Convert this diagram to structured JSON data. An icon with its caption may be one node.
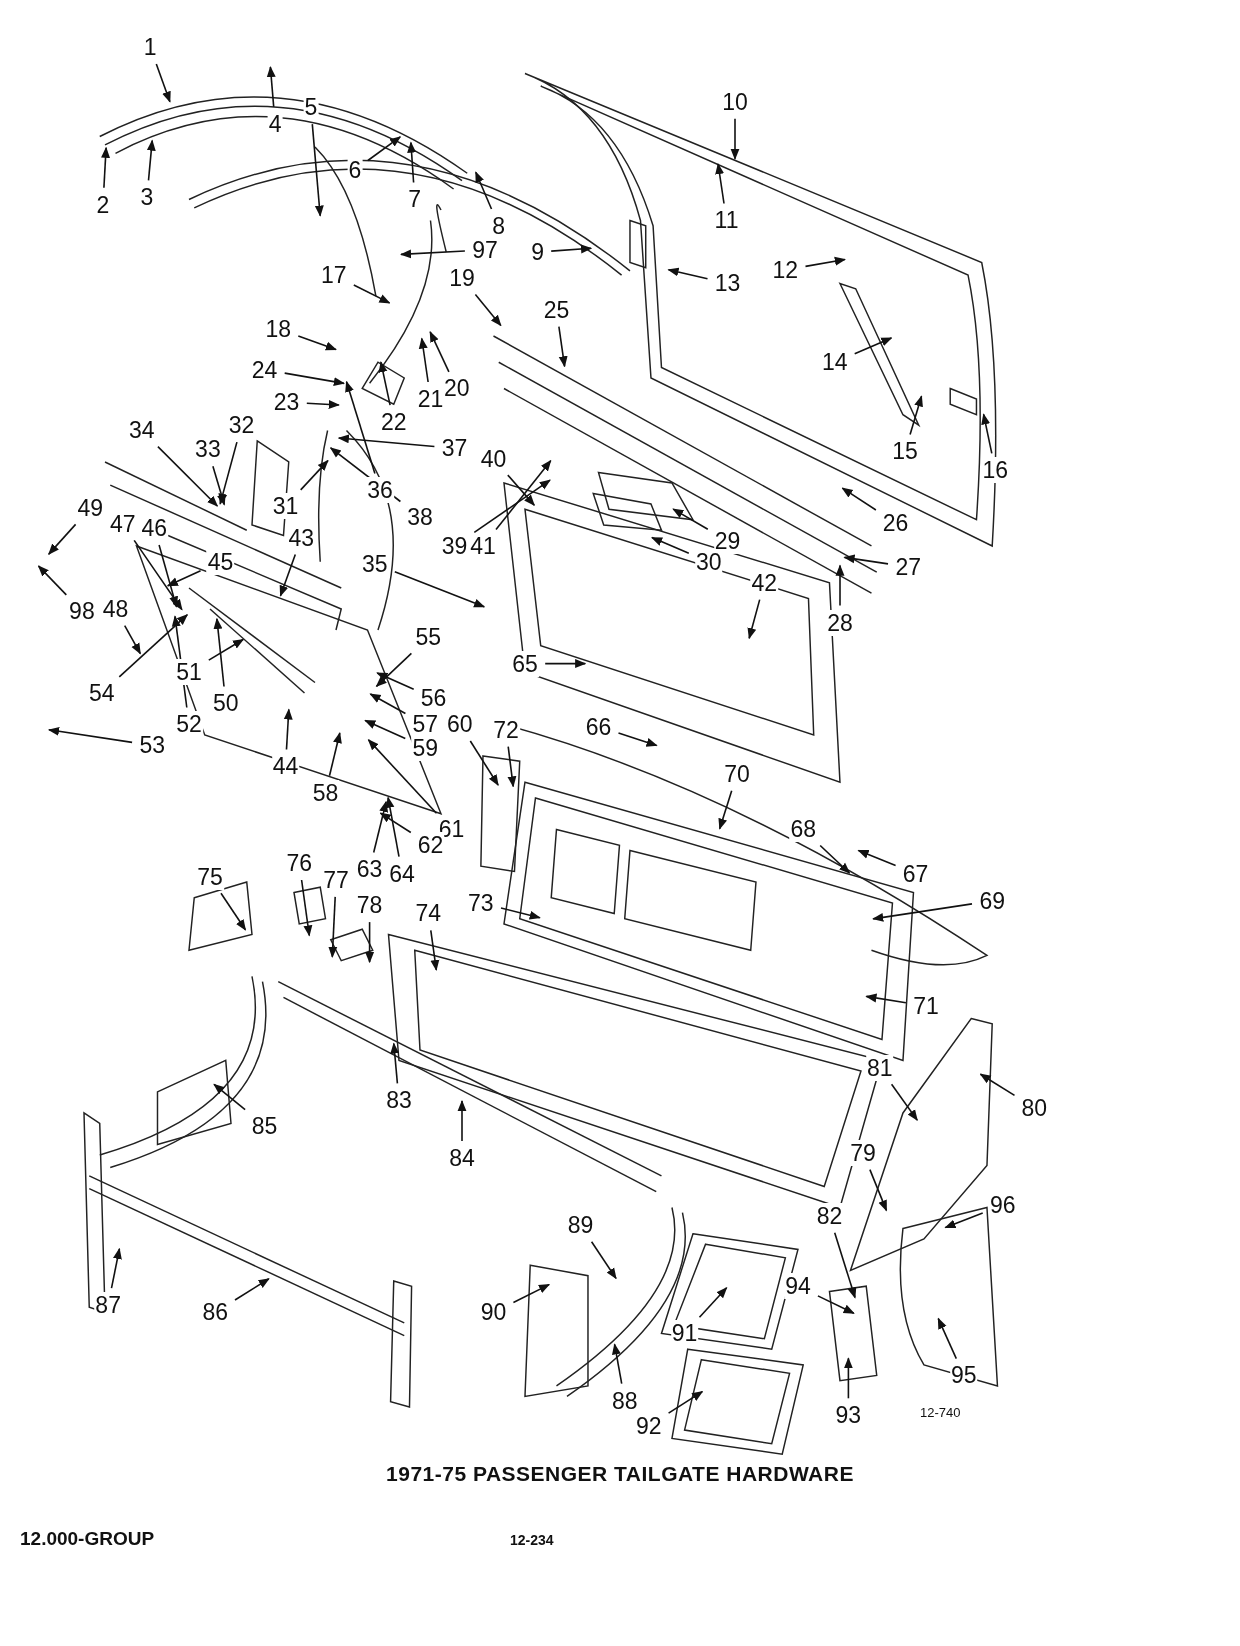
{
  "diagram": {
    "caption": "1971-75 PASSENGER TAILGATE HARDWARE",
    "nodes": [
      {
        "text": [
          "1"
        ]
      },
      {
        "text": [
          "2"
        ]
      },
      {
        "text": [
          "3"
        ]
      },
      {
        "text": [
          "4"
        ]
      },
      {
        "text": [
          "5"
        ]
      },
      {
        "text": [
          "6"
        ]
      },
      {
        "text": [
          "7"
        ]
      },
      {
        "text": [
          "8"
        ]
      },
      {
        "text": [
          "9"
        ]
      },
      {
        "text": [
          "10"
        ]
      },
      {
        "text": [
          "11"
        ]
      },
      {
        "text": [
          "12"
        ]
      },
      {
        "text": [
          "13"
        ]
      },
      {
        "text": [
          "14"
        ]
      },
      {
        "text": [
          "15"
        ]
      },
      {
        "text": [
          "16"
        ]
      },
      {
        "text": [
          "17"
        ]
      },
      {
        "text": [
          "18"
        ]
      },
      {
        "text": [
          "19"
        ]
      },
      {
        "text": [
          "20"
        ]
      },
      {
        "text": [
          "21"
        ]
      },
      {
        "text": [
          "22"
        ]
      },
      {
        "text": [
          "23"
        ]
      },
      {
        "text": [
          "24"
        ]
      },
      {
        "text": [
          "25"
        ]
      },
      {
        "text": [
          "26"
        ]
      },
      {
        "text": [
          "27"
        ]
      },
      {
        "text": [
          "28"
        ]
      },
      {
        "text": [
          "29"
        ]
      },
      {
        "text": [
          "30"
        ]
      },
      {
        "text": [
          "31"
        ]
      },
      {
        "text": [
          "32"
        ]
      },
      {
        "text": [
          "33"
        ]
      },
      {
        "text": [
          "34"
        ]
      },
      {
        "text": [
          "35"
        ]
      },
      {
        "text": [
          "36"
        ]
      },
      {
        "text": [
          "37"
        ]
      },
      {
        "text": [
          "38"
        ]
      },
      {
        "text": [
          "39"
        ]
      },
      {
        "text": [
          "40"
        ]
      },
      {
        "text": [
          "41"
        ]
      },
      {
        "text": [
          "42"
        ]
      },
      {
        "text": [
          "43"
        ]
      },
      {
        "text": [
          "44"
        ]
      },
      {
        "text": [
          "45"
        ]
      },
      {
        "text": [
          "46"
        ]
      },
      {
        "text": [
          "47"
        ]
      },
      {
        "text": [
          "48"
        ]
      },
      {
        "text": [
          "49"
        ]
      },
      {
        "text": [
          "50"
        ]
      },
      {
        "text": [
          "51"
        ]
      },
      {
        "text": [
          "52"
        ]
      },
      {
        "text": [
          "53"
        ]
      },
      {
        "text": [
          "54"
        ]
      },
      {
        "text": [
          "55"
        ]
      },
      {
        "text": [
          "56"
        ]
      },
      {
        "text": [
          "57"
        ]
      },
      {
        "text": [
          "58"
        ]
      },
      {
        "text": [
          "59"
        ]
      },
      {
        "text": [
          "60"
        ]
      },
      {
        "text": [
          "61"
        ]
      },
      {
        "text": [
          "62"
        ]
      },
      {
        "text": [
          "63"
        ]
      },
      {
        "text": [
          "64"
        ]
      },
      {
        "text": [
          "65"
        ]
      },
      {
        "text": [
          "66"
        ]
      },
      {
        "text": [
          "67"
        ]
      },
      {
        "text": [
          "68"
        ]
      },
      {
        "text": [
          "69"
        ]
      },
      {
        "text": [
          "70"
        ]
      },
      {
        "text": [
          "71"
        ]
      },
      {
        "text": [
          "72"
        ]
      },
      {
        "text": [
          "73"
        ]
      },
      {
        "text": [
          "74"
        ]
      },
      {
        "text": [
          "75"
        ]
      },
      {
        "text": [
          "76"
        ]
      },
      {
        "text": [
          "77"
        ]
      },
      {
        "text": [
          "78"
        ]
      },
      {
        "text": [
          "79"
        ]
      },
      {
        "text": [
          "80"
        ]
      },
      {
        "text": [
          "81"
        ]
      },
      {
        "text": [
          "82"
        ]
      },
      {
        "text": [
          "83"
        ]
      },
      {
        "text": [
          "84"
        ]
      },
      {
        "text": [
          "85"
        ]
      },
      {
        "text": [
          "86"
        ]
      },
      {
        "text": [
          "87"
        ]
      },
      {
        "text": [
          "88"
        ]
      },
      {
        "text": [
          "89"
        ]
      },
      {
        "text": [
          "90"
        ]
      },
      {
        "text": [
          "91"
        ]
      },
      {
        "text": [
          "92"
        ]
      },
      {
        "text": [
          "93"
        ]
      },
      {
        "text": [
          "94"
        ]
      },
      {
        "text": [
          "95"
        ]
      },
      {
        "text": [
          "96"
        ]
      },
      {
        "text": [
          "97"
        ]
      },
      {
        "text": [
          "98"
        ]
      }
    ],
    "edges": [
      {
        "from": 0,
        "to": null,
        "arrow": "to"
      },
      {
        "from": 1,
        "to": null,
        "arrow": "to"
      },
      {
        "from": 2,
        "to": null,
        "arrow": "to"
      },
      {
        "from": 3,
        "to": null,
        "arrow": "to"
      },
      {
        "from": 4,
        "to": null,
        "arrow": "to"
      },
      {
        "from": 5,
        "to": null,
        "arrow": "to"
      },
      {
        "from": 6,
        "to": null,
        "arrow": "to"
      },
      {
        "from": 7,
        "to": null,
        "arrow": "to"
      },
      {
        "from": 8,
        "to": null,
        "arrow": "to"
      },
      {
        "from": 9,
        "to": null,
        "arrow": "to"
      },
      {
        "from": 10,
        "to": null,
        "arrow": "to"
      },
      {
        "from": 11,
        "to": null,
        "arrow": "to"
      },
      {
        "from": 12,
        "to": null,
        "arrow": "to"
      },
      {
        "from": 13,
        "to": null,
        "arrow": "to"
      },
      {
        "from": 14,
        "to": null,
        "arrow": "to"
      },
      {
        "from": 15,
        "to": null,
        "arrow": "to"
      },
      {
        "from": 16,
        "to": null,
        "arrow": "to"
      },
      {
        "from": 17,
        "to": null,
        "arrow": "to"
      },
      {
        "from": 18,
        "to": null,
        "arrow": "to"
      },
      {
        "from": 19,
        "to": null,
        "arrow": "to"
      },
      {
        "from": 20,
        "to": null,
        "arrow": "to"
      },
      {
        "from": 21,
        "to": null,
        "arrow": "to"
      },
      {
        "from": 22,
        "to": null,
        "arrow": "to"
      },
      {
        "from": 23,
        "to": null,
        "arrow": "to"
      },
      {
        "from": 24,
        "to": null,
        "arrow": "to"
      },
      {
        "from": 25,
        "to": null,
        "arrow": "to"
      },
      {
        "from": 26,
        "to": null,
        "arrow": "to"
      },
      {
        "from": 27,
        "to": null,
        "arrow": "to"
      },
      {
        "from": 28,
        "to": null,
        "arrow": "to"
      },
      {
        "from": 29,
        "to": null,
        "arrow": "to"
      },
      {
        "from": 30,
        "to": null,
        "arrow": "to"
      },
      {
        "from": 31,
        "to": null,
        "arrow": "to"
      },
      {
        "from": 32,
        "to": null,
        "arrow": "to"
      },
      {
        "from": 33,
        "to": null,
        "arrow": "to"
      },
      {
        "from": 34,
        "to": null,
        "arrow": "to"
      },
      {
        "from": 35,
        "to": null,
        "arrow": "to"
      },
      {
        "from": 36,
        "to": null,
        "arrow": "to"
      },
      {
        "from": 37,
        "to": null,
        "arrow": "to"
      },
      {
        "from": 38,
        "to": null,
        "arrow": "to"
      },
      {
        "from": 39,
        "to": null,
        "arrow": "to"
      },
      {
        "from": 40,
        "to": null,
        "arrow": "to"
      },
      {
        "from": 41,
        "to": null,
        "arrow": "to"
      },
      {
        "from": 42,
        "to": null,
        "arrow": "to"
      },
      {
        "from": 43,
        "to": null,
        "arrow": "to"
      },
      {
        "from": 44,
        "to": null,
        "arrow": "to"
      },
      {
        "from": 45,
        "to": null,
        "arrow": "to"
      },
      {
        "from": 46,
        "to": null,
        "arrow": "to"
      },
      {
        "from": 47,
        "to": null,
        "arrow": "to"
      },
      {
        "from": 48,
        "to": null,
        "arrow": "to"
      },
      {
        "from": 49,
        "to": null,
        "arrow": "to"
      },
      {
        "from": 50,
        "to": null,
        "arrow": "to"
      },
      {
        "from": 51,
        "to": null,
        "arrow": "to"
      },
      {
        "from": 52,
        "to": null,
        "arrow": "to"
      },
      {
        "from": 53,
        "to": null,
        "arrow": "to"
      },
      {
        "from": 54,
        "to": null,
        "arrow": "to"
      },
      {
        "from": 55,
        "to": null,
        "arrow": "to"
      },
      {
        "from": 56,
        "to": null,
        "arrow": "to"
      },
      {
        "from": 57,
        "to": null,
        "arrow": "to"
      },
      {
        "from": 58,
        "to": null,
        "arrow": "to"
      },
      {
        "from": 59,
        "to": null,
        "arrow": "to"
      },
      {
        "from": 60,
        "to": null,
        "arrow": "to"
      },
      {
        "from": 61,
        "to": null,
        "arrow": "to"
      },
      {
        "from": 62,
        "to": null,
        "arrow": "to"
      },
      {
        "from": 63,
        "to": null,
        "arrow": "to"
      },
      {
        "from": 64,
        "to": null,
        "arrow": "to"
      },
      {
        "from": 65,
        "to": null,
        "arrow": "to"
      },
      {
        "from": 66,
        "to": null,
        "arrow": "to"
      },
      {
        "from": 67,
        "to": null,
        "arrow": "to"
      },
      {
        "from": 68,
        "to": null,
        "arrow": "to"
      },
      {
        "from": 69,
        "to": null,
        "arrow": "to"
      },
      {
        "from": 70,
        "to": null,
        "arrow": "to"
      },
      {
        "from": 71,
        "to": null,
        "arrow": "to"
      },
      {
        "from": 72,
        "to": null,
        "arrow": "to"
      },
      {
        "from": 73,
        "to": null,
        "arrow": "to"
      },
      {
        "from": 74,
        "to": null,
        "arrow": "to"
      },
      {
        "from": 75,
        "to": null,
        "arrow": "to"
      },
      {
        "from": 76,
        "to": null,
        "arrow": "to"
      },
      {
        "from": 77,
        "to": null,
        "arrow": "to"
      },
      {
        "from": 78,
        "to": null,
        "arrow": "to"
      },
      {
        "from": 79,
        "to": null,
        "arrow": "to"
      },
      {
        "from": 80,
        "to": null,
        "arrow": "to"
      },
      {
        "from": 81,
        "to": null,
        "arrow": "to"
      },
      {
        "from": 82,
        "to": null,
        "arrow": "to"
      },
      {
        "from": 83,
        "to": null,
        "arrow": "to"
      },
      {
        "from": 84,
        "to": null,
        "arrow": "to"
      },
      {
        "from": 85,
        "to": null,
        "arrow": "to"
      },
      {
        "from": 86,
        "to": null,
        "arrow": "to"
      },
      {
        "from": 87,
        "to": null,
        "arrow": "to"
      },
      {
        "from": 88,
        "to": null,
        "arrow": "to"
      },
      {
        "from": 89,
        "to": null,
        "arrow": "to"
      },
      {
        "from": 90,
        "to": null,
        "arrow": "to"
      },
      {
        "from": 91,
        "to": null,
        "arrow": "to"
      },
      {
        "from": 92,
        "to": null,
        "arrow": "to"
      },
      {
        "from": 93,
        "to": null,
        "arrow": "to"
      },
      {
        "from": 94,
        "to": null,
        "arrow": "to"
      },
      {
        "from": 95,
        "to": null,
        "arrow": "to"
      },
      {
        "from": 96,
        "to": null,
        "arrow": "to"
      },
      {
        "from": 97,
        "to": null,
        "arrow": "to"
      }
    ],
    "labels": [
      "12-740",
      "12.000-GROUP",
      "12-234"
    ]
  }
}
